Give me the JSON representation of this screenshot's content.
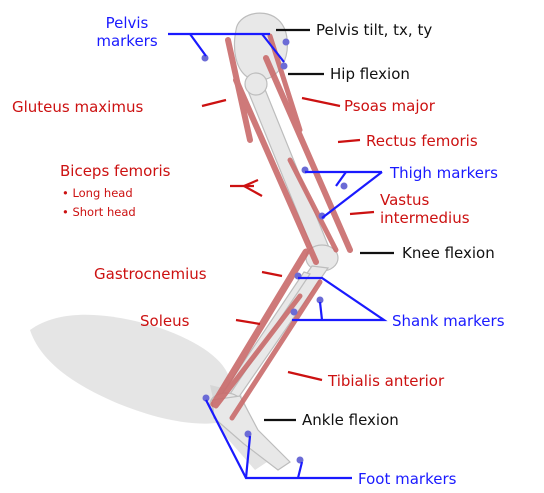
{
  "labels": {
    "pelvis_markers": "Pelvis\nmarkers",
    "pelvis_tilt": "Pelvis tilt, tx, ty",
    "hip_flexion": "Hip flexion",
    "gluteus_maximus": "Gluteus maximus",
    "psoas_major": "Psoas major",
    "rectus_femoris": "Rectus femoris",
    "biceps_femoris": "Biceps femoris",
    "long_head": "• Long head",
    "short_head": "• Short head",
    "thigh_markers": "Thigh markers",
    "vastus_intermedius": "Vastus\nintermedius",
    "knee_flexion": "Knee flexion",
    "gastrocnemius": "Gastrocnemius",
    "soleus": "Soleus",
    "shank_markers": "Shank markers",
    "tibialis_anterior": "Tibialis anterior",
    "ankle_flexion": "Ankle flexion",
    "foot_markers": "Foot markers"
  },
  "colors": {
    "marker_lines": "#1a1aff",
    "muscle_labels": "#cc1111",
    "joint_labels": "#111111",
    "muscle": "#c96b6b",
    "bone": "#e6e6e6",
    "shadow": "#bdbdbd",
    "marker_dot": "#6b6bd6"
  }
}
